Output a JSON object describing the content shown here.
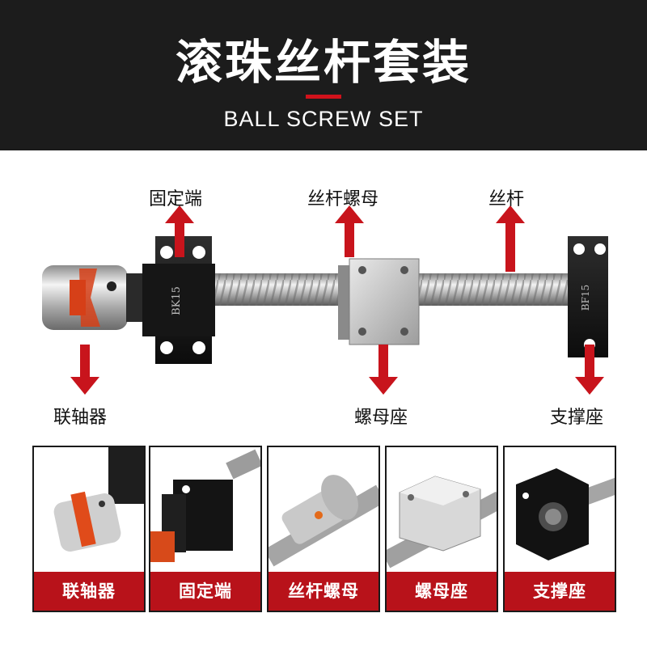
{
  "header": {
    "title": "滚珠丝杆套装",
    "subtitle": "BALL SCREW SET"
  },
  "callouts": {
    "fixed_end": "固定端",
    "screw_nut": "丝杆螺母",
    "screw": "丝杆",
    "coupling": "联轴器",
    "nut_seat": "螺母座",
    "support_seat": "支撑座"
  },
  "block_marks": {
    "fixed": "BK15",
    "support": "BF15"
  },
  "panels": [
    {
      "label": "联轴器"
    },
    {
      "label": "固定端"
    },
    {
      "label": "丝杆螺母"
    },
    {
      "label": "螺母座"
    },
    {
      "label": "支撑座"
    }
  ],
  "colors": {
    "header_bg": "#1c1c1c",
    "accent_red": "#d0121b",
    "label_red": "#b8121a"
  }
}
